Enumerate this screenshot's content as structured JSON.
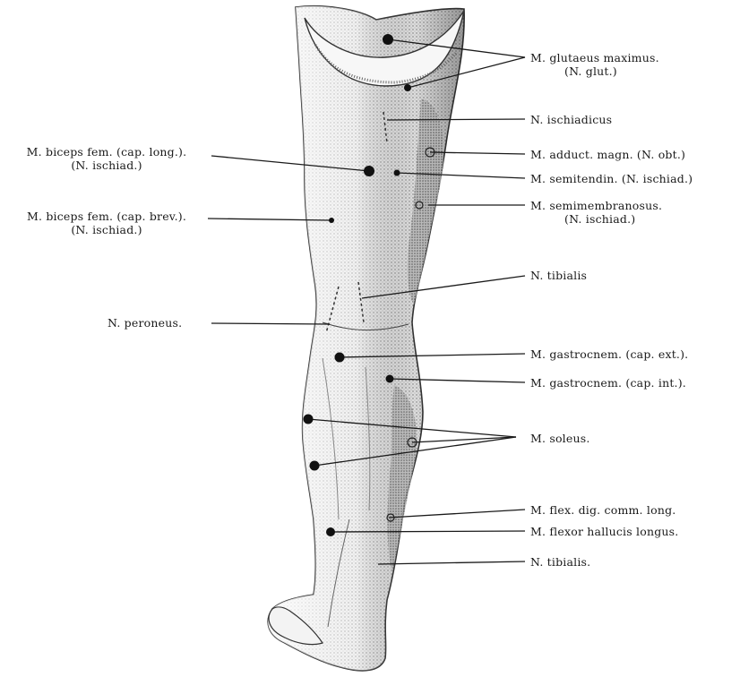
{
  "labels": {
    "glutaeus": {
      "line1": "M. glutaeus maximus.",
      "line2": "(N. glut.)"
    },
    "ischiadicus": {
      "line1": "N. ischiadicus"
    },
    "adduct_magn": {
      "line1": "M. adduct. magn. (N. obt.)"
    },
    "semitendin": {
      "line1": "M. semitendin. (N. ischiad.)"
    },
    "semimembranosus": {
      "line1": "M. semimembranosus.",
      "line2": "(N. ischiad.)"
    },
    "tibialis_upper": {
      "line1": "N. tibialis"
    },
    "gastrocnem_ext": {
      "line1": "M. gastrocnem. (cap. ext.)."
    },
    "gastrocnem_int": {
      "line1": "M. gastrocnem. (cap. int.)."
    },
    "soleus": {
      "line1": "M. soleus."
    },
    "flex_dig": {
      "line1": "M. flex. dig. comm. long."
    },
    "flexor_hallucis": {
      "line1": "M. flexor hallucis longus."
    },
    "tibialis_lower": {
      "line1": "N. tibialis."
    },
    "biceps_long": {
      "line1": "M. biceps fem. (cap. long.).",
      "line2": "(N. ischiad.)"
    },
    "biceps_brev": {
      "line1": "M. biceps fem. (cap. brev.).",
      "line2": "(N. ischiad.)"
    },
    "peroneus": {
      "line1": "N. peroneus."
    }
  },
  "colors": {
    "ink": "#1a1a1a",
    "skin_light": "#f2f2f2",
    "skin_shade": "#9a9a9a",
    "skin_dark": "#555555"
  }
}
